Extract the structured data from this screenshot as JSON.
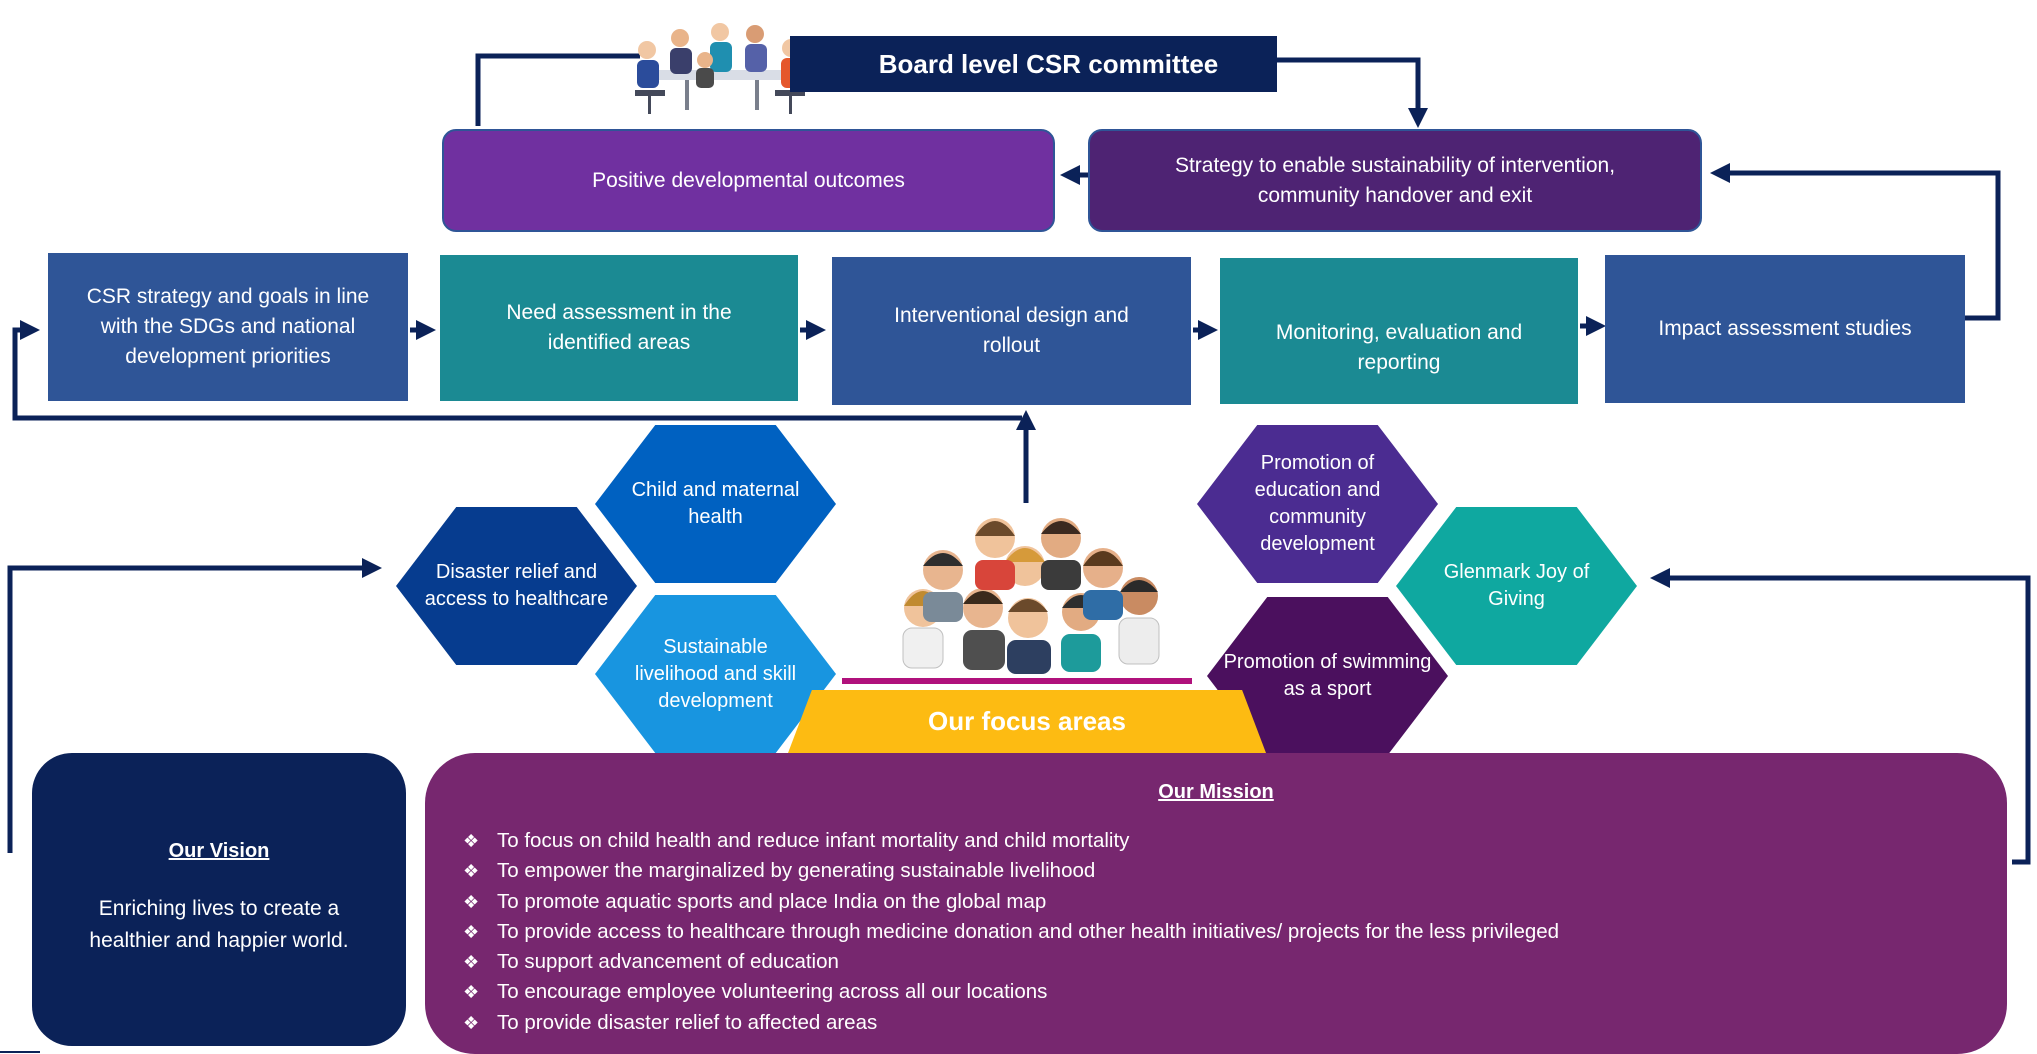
{
  "board": {
    "title": "Board level CSR committee"
  },
  "cycle_boxes": {
    "positive_outcomes": "Positive developmental outcomes",
    "sustainability_strategy": "Strategy to enable sustainability of intervention, community handover and exit",
    "csr_strategy": "CSR strategy and goals in line with the SDGs and national development priorities",
    "need_assessment": "Need assessment in the identified areas",
    "interventional_design": "Interventional design and rollout",
    "monitoring": "Monitoring, evaluation and reporting",
    "impact_assessment": "Impact assessment  studies"
  },
  "focus_areas": {
    "title": "Our focus areas",
    "items": [
      "Child and maternal health",
      "Disaster relief and access to healthcare",
      "Sustainable livelihood and skill development",
      "Promotion of education and community development",
      "Glenmark Joy of Giving",
      "Promotion of swimming as a sport"
    ]
  },
  "vision": {
    "heading": "Our Vision",
    "text": "Enriching lives to create a healthier and happier world."
  },
  "mission": {
    "heading": "Our Mission",
    "bullet": "❖",
    "items": [
      "To focus on child health and reduce infant mortality and child mortality",
      "To empower the marginalized by generating sustainable livelihood",
      "To promote aquatic sports and place India on the global map",
      "To provide access to healthcare through medicine donation and other health initiatives/ projects for the less privileged",
      "To support advancement of education",
      "To encourage employee volunteering across all our locations",
      "To provide disaster relief to affected areas"
    ]
  },
  "colors": {
    "navy": "#0b2258",
    "purple": "#7030a0",
    "dark_purple": "#4e2373",
    "slate_blue": "#2f5597",
    "teal": "#1b8a93",
    "mission_bg": "#77276f",
    "focus_yellow": "#fdbb12",
    "accent_magenta": "#b0117c"
  }
}
